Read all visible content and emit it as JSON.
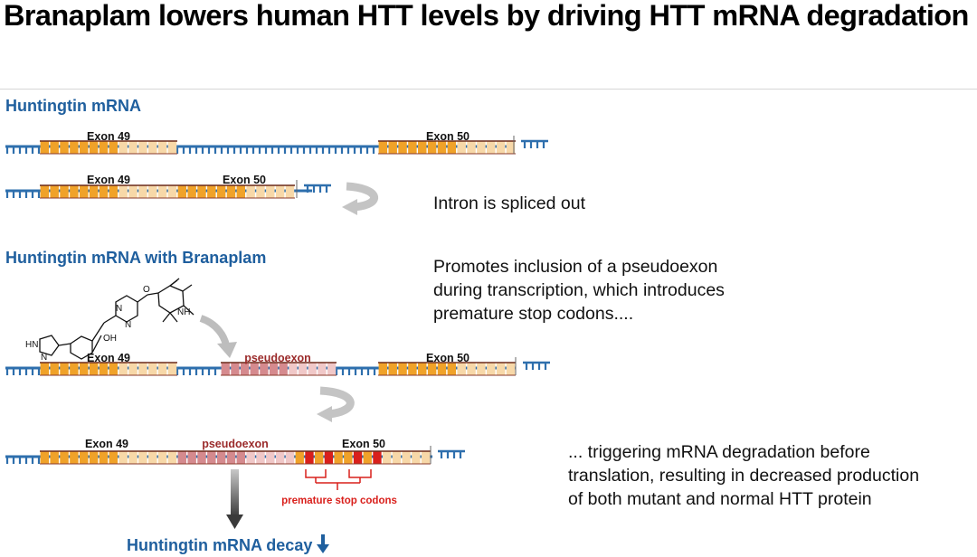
{
  "title": "Branaplam lowers human HTT levels by driving HTT mRNA degradation",
  "sections": {
    "mrna": "Huntingtin mRNA",
    "with_branaplam": "Huntingtin mRNA with Branaplam"
  },
  "labels": {
    "exon49": "Exon 49",
    "exon50": "Exon 50",
    "pseudoexon": "pseudoexon",
    "stop_codons": "premature stop codons"
  },
  "molecule": {
    "atoms": [
      "O",
      "N",
      "N",
      "NH",
      "OH",
      "HN",
      "N"
    ]
  },
  "descriptions": {
    "spliced": "Intron is spliced out",
    "promotes": [
      "Promotes inclusion of a pseudoexon",
      "during transcription, which introduces",
      "premature stop codons...."
    ],
    "triggering": [
      "... triggering mRNA degradation before",
      "translation, resulting in decreased production",
      "of both mutant and normal HTT protein"
    ]
  },
  "decay": "Huntingtin mRNA decay",
  "colors": {
    "section_blue": "#1f5f9e",
    "backbone": "#2e6fad",
    "exon_orange": "#f0a229",
    "exon_light": "#f7d8a8",
    "pseudo_pink": "#d58a8e",
    "pseudo_light": "#f0c8c8",
    "stop_red": "#d9201c",
    "label_red": "#9b2b2b"
  }
}
